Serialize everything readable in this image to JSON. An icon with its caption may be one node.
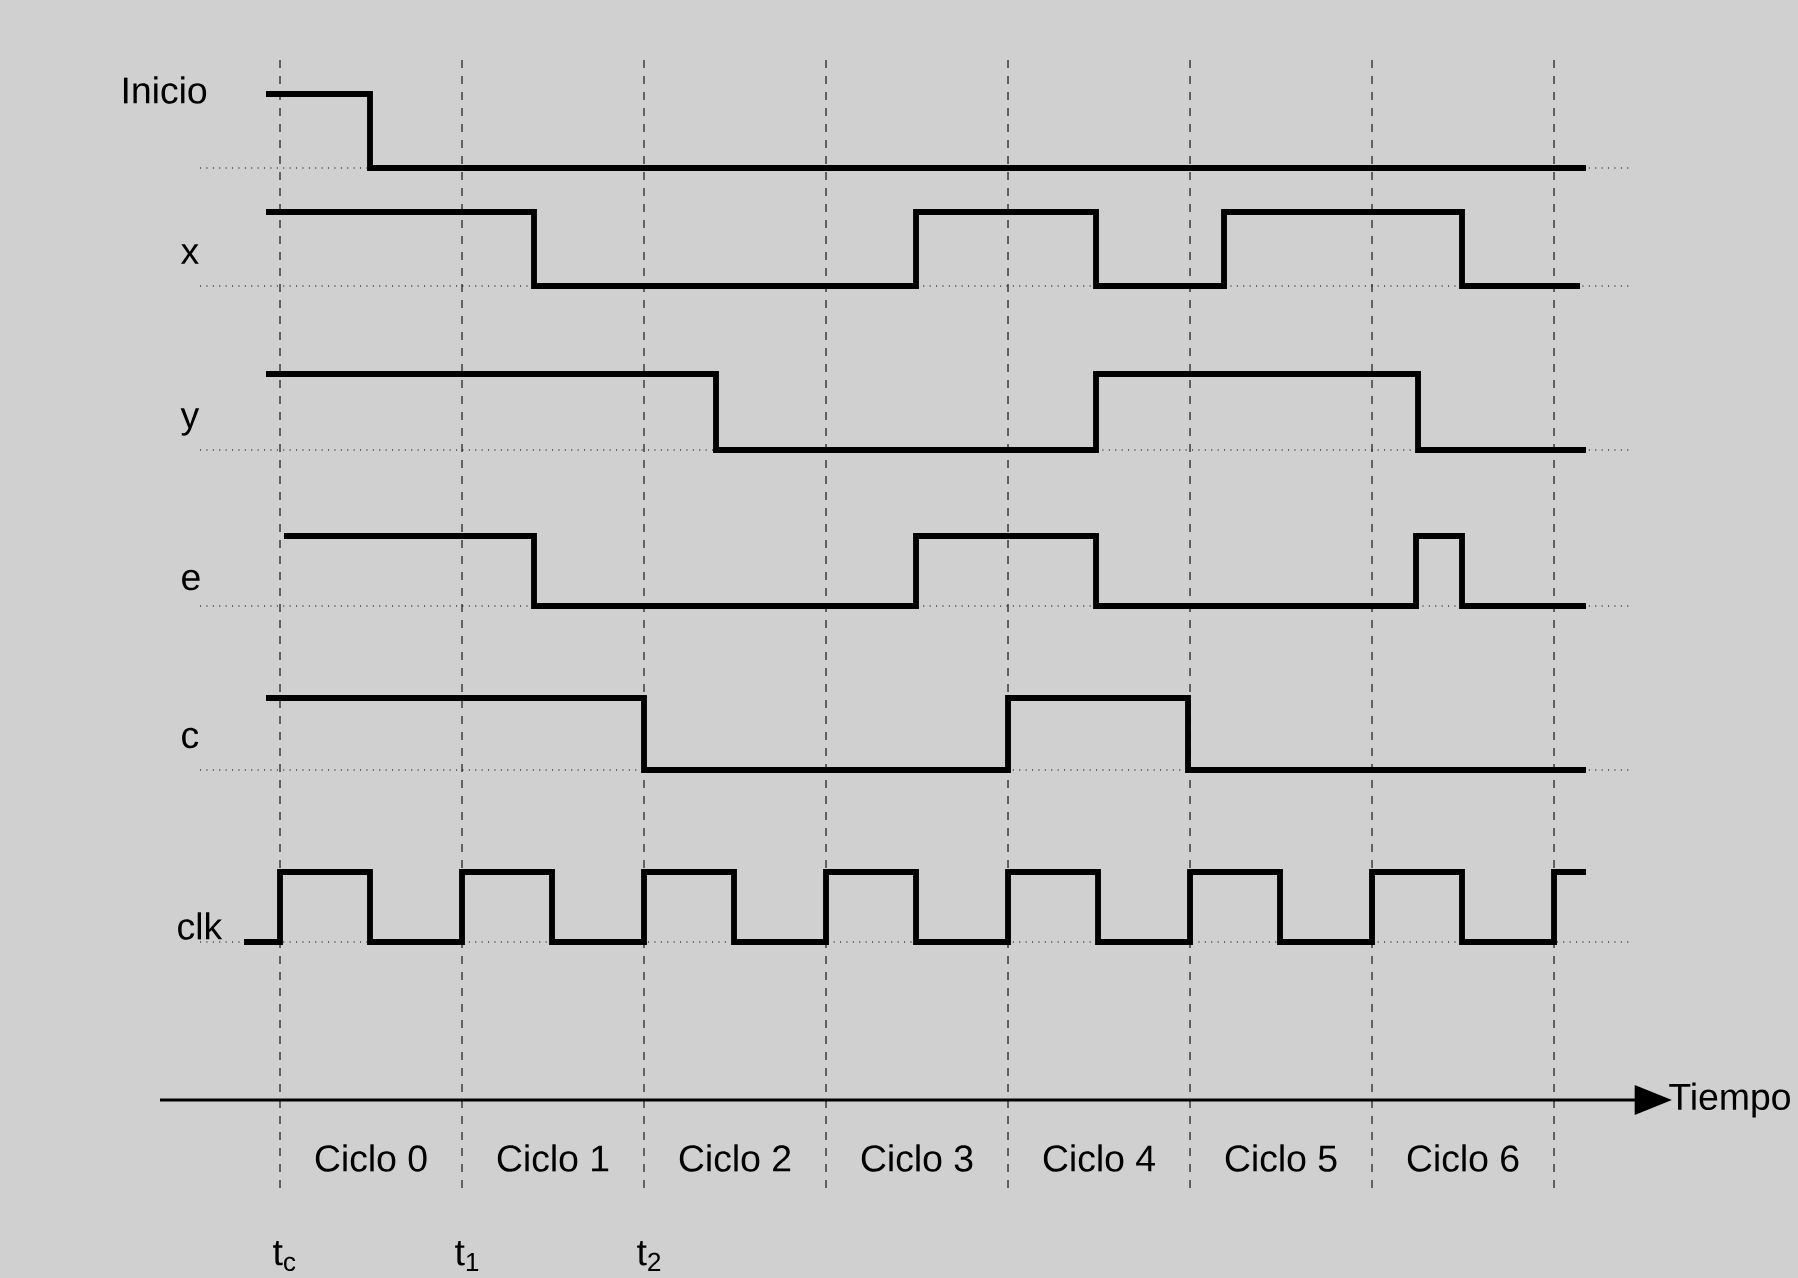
{
  "diagram": {
    "labels": [
      "Inicio",
      "x",
      "y",
      "e",
      "c",
      "clk",
      "Tiempo",
      "Ciclo 0",
      "Ciclo 1",
      "Ciclo 2",
      "Ciclo 3",
      "Ciclo 4",
      "Ciclo 5",
      "Ciclo 6",
      "t$_{c}$",
      "t$_{1}$",
      "t$_{2}$"
    ]
  }
}
